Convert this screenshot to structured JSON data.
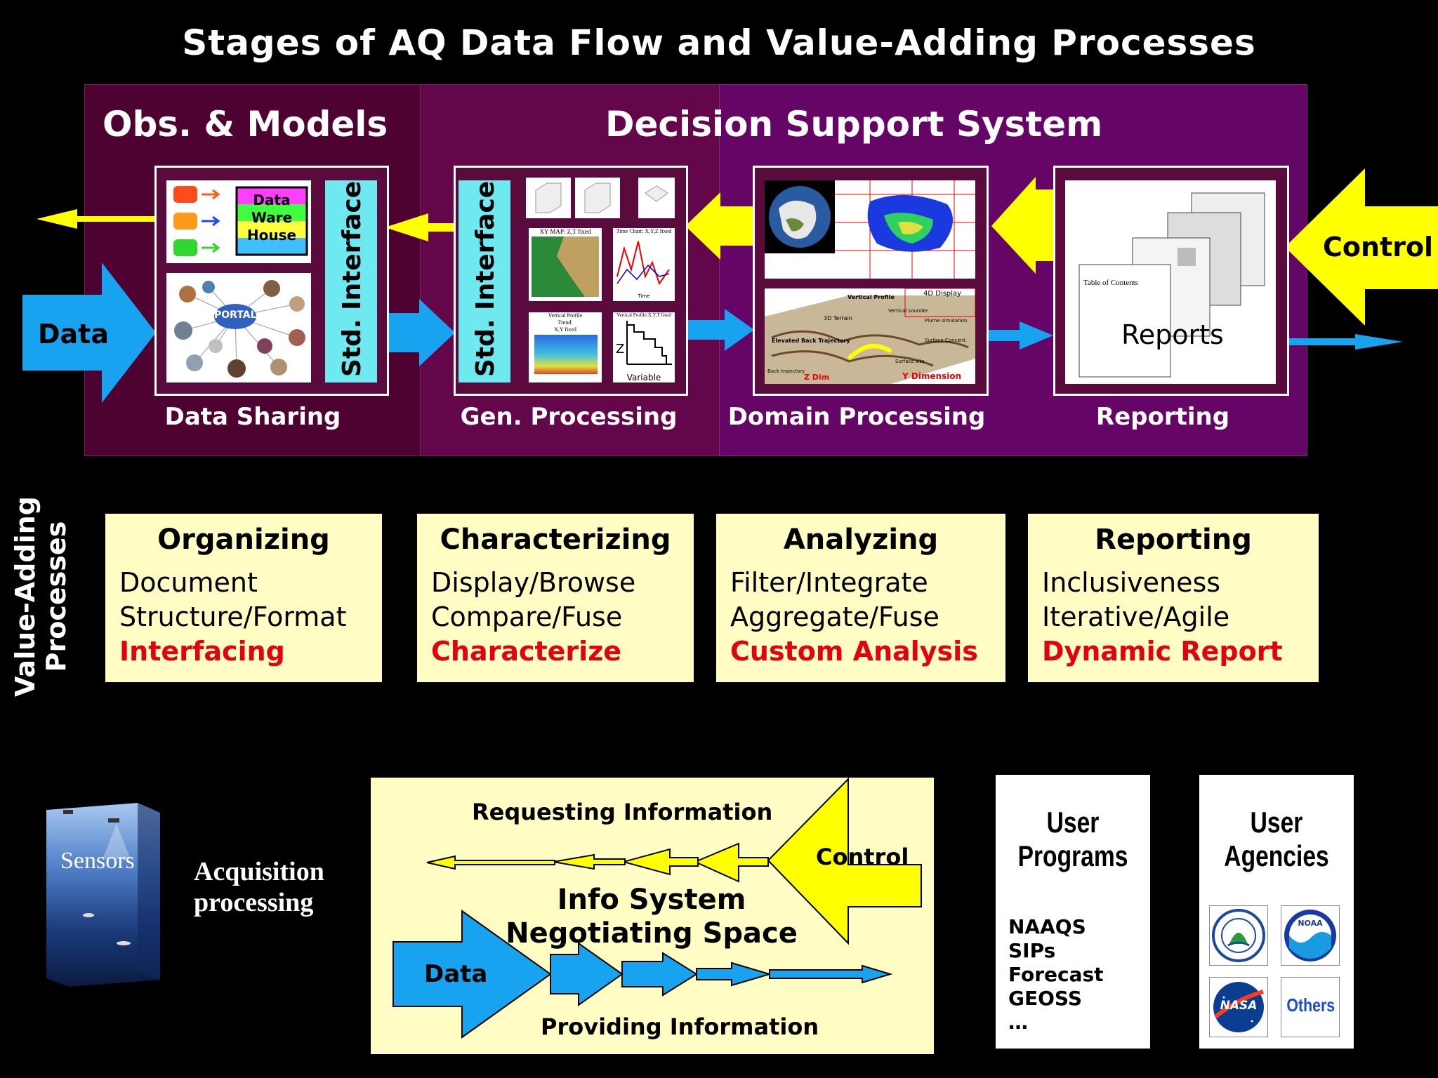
{
  "title": "Stages of AQ Data Flow and Value-Adding Processes",
  "sections": {
    "obs_models": "Obs. & Models",
    "dss": "Decision Support System"
  },
  "stages": {
    "data_sharing": "Data Sharing",
    "gen_processing": "Gen. Processing",
    "domain_processing": "Domain Processing",
    "reporting": "Reporting"
  },
  "std_interface": "Std. Interface",
  "data_warehouse": [
    "Data",
    "Ware",
    "House"
  ],
  "portal": "PORTAL",
  "gen_thumbs": {
    "xy_map": "XY MAP: Z,T fixed",
    "time_chart": "Time Chart: X,Y,Z fixed",
    "vertical_profile": [
      "Vertical Profile",
      "Trend:",
      "X,Y fixed"
    ],
    "vertical_profile_xyt": "Vertical Profile:X,Y,T fixed",
    "variable": "Variable",
    "z": "Z",
    "time": "Time"
  },
  "domain_thumbs": {
    "display_4d": "4D Display",
    "vertical_profile": "Vertical Profile",
    "terrain_3d": "3D Terrain",
    "elevated_back_trajectory": "Elevated Back Trajectory",
    "back_trajectory": "Back trajectory",
    "vertical_sounder": "Vertical sounder",
    "plume_simulation": "Plume simulation",
    "surface_concentration": "Surface Concent.",
    "surface_site": "Surface site",
    "z_dim": "Z Dim",
    "y_dimension": "Y Dimension"
  },
  "reports_label": "Reports",
  "table_of_contents": "Table of Contents",
  "flow": {
    "data": "Data",
    "control": "Control"
  },
  "value_adding_label": "Value-Adding Processes",
  "value_adding": [
    {
      "heading": "Organizing",
      "items": [
        "Document",
        "Structure/Format"
      ],
      "highlight": "Interfacing"
    },
    {
      "heading": "Characterizing",
      "items": [
        "Display/Browse",
        "Compare/Fuse"
      ],
      "highlight": "Characterize"
    },
    {
      "heading": "Analyzing",
      "items": [
        "Filter/Integrate",
        "Aggregate/Fuse"
      ],
      "highlight": "Custom Analysis"
    },
    {
      "heading": "Reporting",
      "items": [
        "Inclusiveness",
        "Iterative/Agile"
      ],
      "highlight": "Dynamic Report"
    }
  ],
  "acquisition": {
    "sensors": "Sensors",
    "line1": "Acquisition",
    "line2": "processing"
  },
  "negotiation": {
    "requesting": "Requesting Information",
    "control": "Control",
    "line1": "Info System",
    "line2": "Negotiating Space",
    "data": "Data",
    "providing": "Providing Information"
  },
  "user_programs": {
    "heading": [
      "User",
      "Programs"
    ],
    "items": [
      "NAAQS",
      "SIPs",
      "Forecast",
      "GEOSS",
      "…"
    ]
  },
  "user_agencies": {
    "heading": [
      "User",
      "Agencies"
    ],
    "nasa": "NASA",
    "noaa": "NOAA",
    "others": "Others"
  },
  "colors": {
    "arrow_yellow": "#ffff00",
    "arrow_blue": "#17a3ef",
    "cyan_bar": "#6fe9f0",
    "process_box": "#fffdc4",
    "highlight_red": "#e3000f",
    "band_dark": "#4e0232",
    "band_mid": "#63064a",
    "band_purple": "#650667"
  }
}
